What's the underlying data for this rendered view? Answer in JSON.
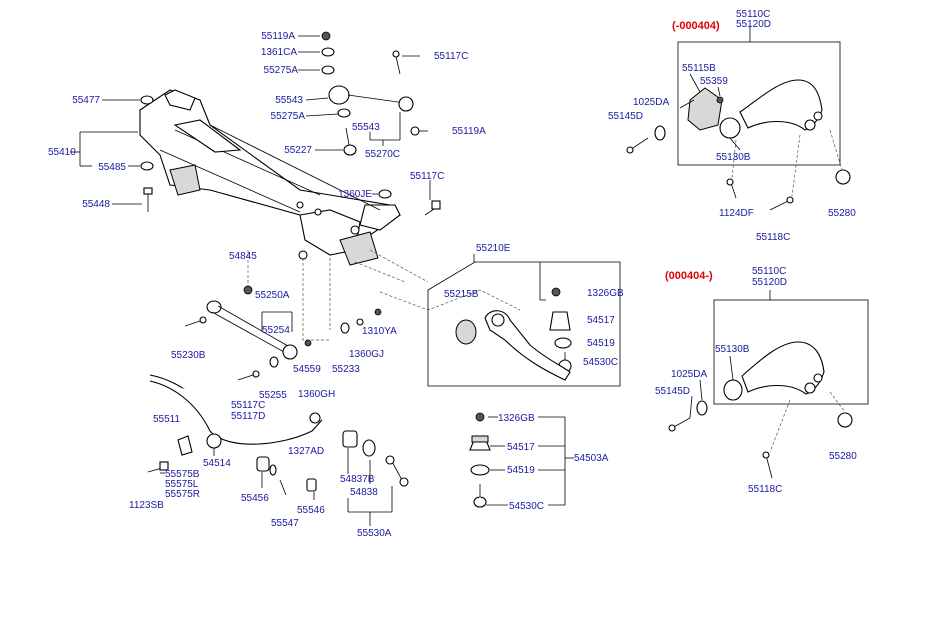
{
  "notes": {
    "top_range": "(-000404)",
    "bottom_range": "(000404-)"
  },
  "labels": {
    "p55119A_top": "55119A",
    "p1361CA": "1361CA",
    "p55275A_top": "55275A",
    "p55117C_top": "55117C",
    "p55477": "55477",
    "p55543_a": "55543",
    "p55275A_mid": "55275A",
    "p55543_b": "55543",
    "p55119A_mid": "55119A",
    "p55410": "55410",
    "p55227": "55227",
    "p55270C": "55270C",
    "p55485": "55485",
    "p1360JE": "1360JE",
    "p55117C_mid": "55117C",
    "p55448": "55448",
    "p54845": "54845",
    "p55250A": "55250A",
    "p55210E": "55210E",
    "p55215B": "55215B",
    "p1326GB_top": "1326GB",
    "p54517_top": "54517",
    "p54519_top": "54519",
    "p54530C_top": "54530C",
    "p55254": "55254",
    "p1310YA": "1310YA",
    "p55230B": "55230B",
    "p1360GJ": "1360GJ",
    "p54559": "54559",
    "p55233": "55233",
    "p55255": "55255",
    "p55117C_low": "55117C",
    "p55117D": "55117D",
    "p1360GH": "1360GH",
    "p55511": "55511",
    "p1327AD": "1327AD",
    "p54514": "54514",
    "p55575B": "55575B",
    "p55575L": "55575L",
    "p55575R": "55575R",
    "p1123SB": "1123SB",
    "p55456": "55456",
    "p55547": "55547",
    "p55546": "55546",
    "p54837B": "54837B",
    "p54838": "54838",
    "p55530A": "55530A",
    "p1326GB_low": "1326GB",
    "p54517_low": "54517",
    "p54519_low": "54519",
    "p54503A": "54503A",
    "p54530C_low": "54530C",
    "p55110C_top": "55110C",
    "p55120D_top": "55120D",
    "p55115B": "55115B",
    "p55359": "55359",
    "p1025DA_top": "1025DA",
    "p55145D_top": "55145D",
    "p55130B_top": "55130B",
    "p1124DF": "1124DF",
    "p55118C_top": "55118C",
    "p55280_top": "55280",
    "p55110C_bot": "55110C",
    "p55120D_bot": "55120D",
    "p55130B_bot": "55130B",
    "p1025DA_bot": "1025DA",
    "p55145D_bot": "55145D",
    "p55280_bot": "55280",
    "p55118C_bot": "55118C"
  },
  "colors": {
    "label": "#1a1aa0",
    "note": "#e00000",
    "line": "#000000"
  }
}
